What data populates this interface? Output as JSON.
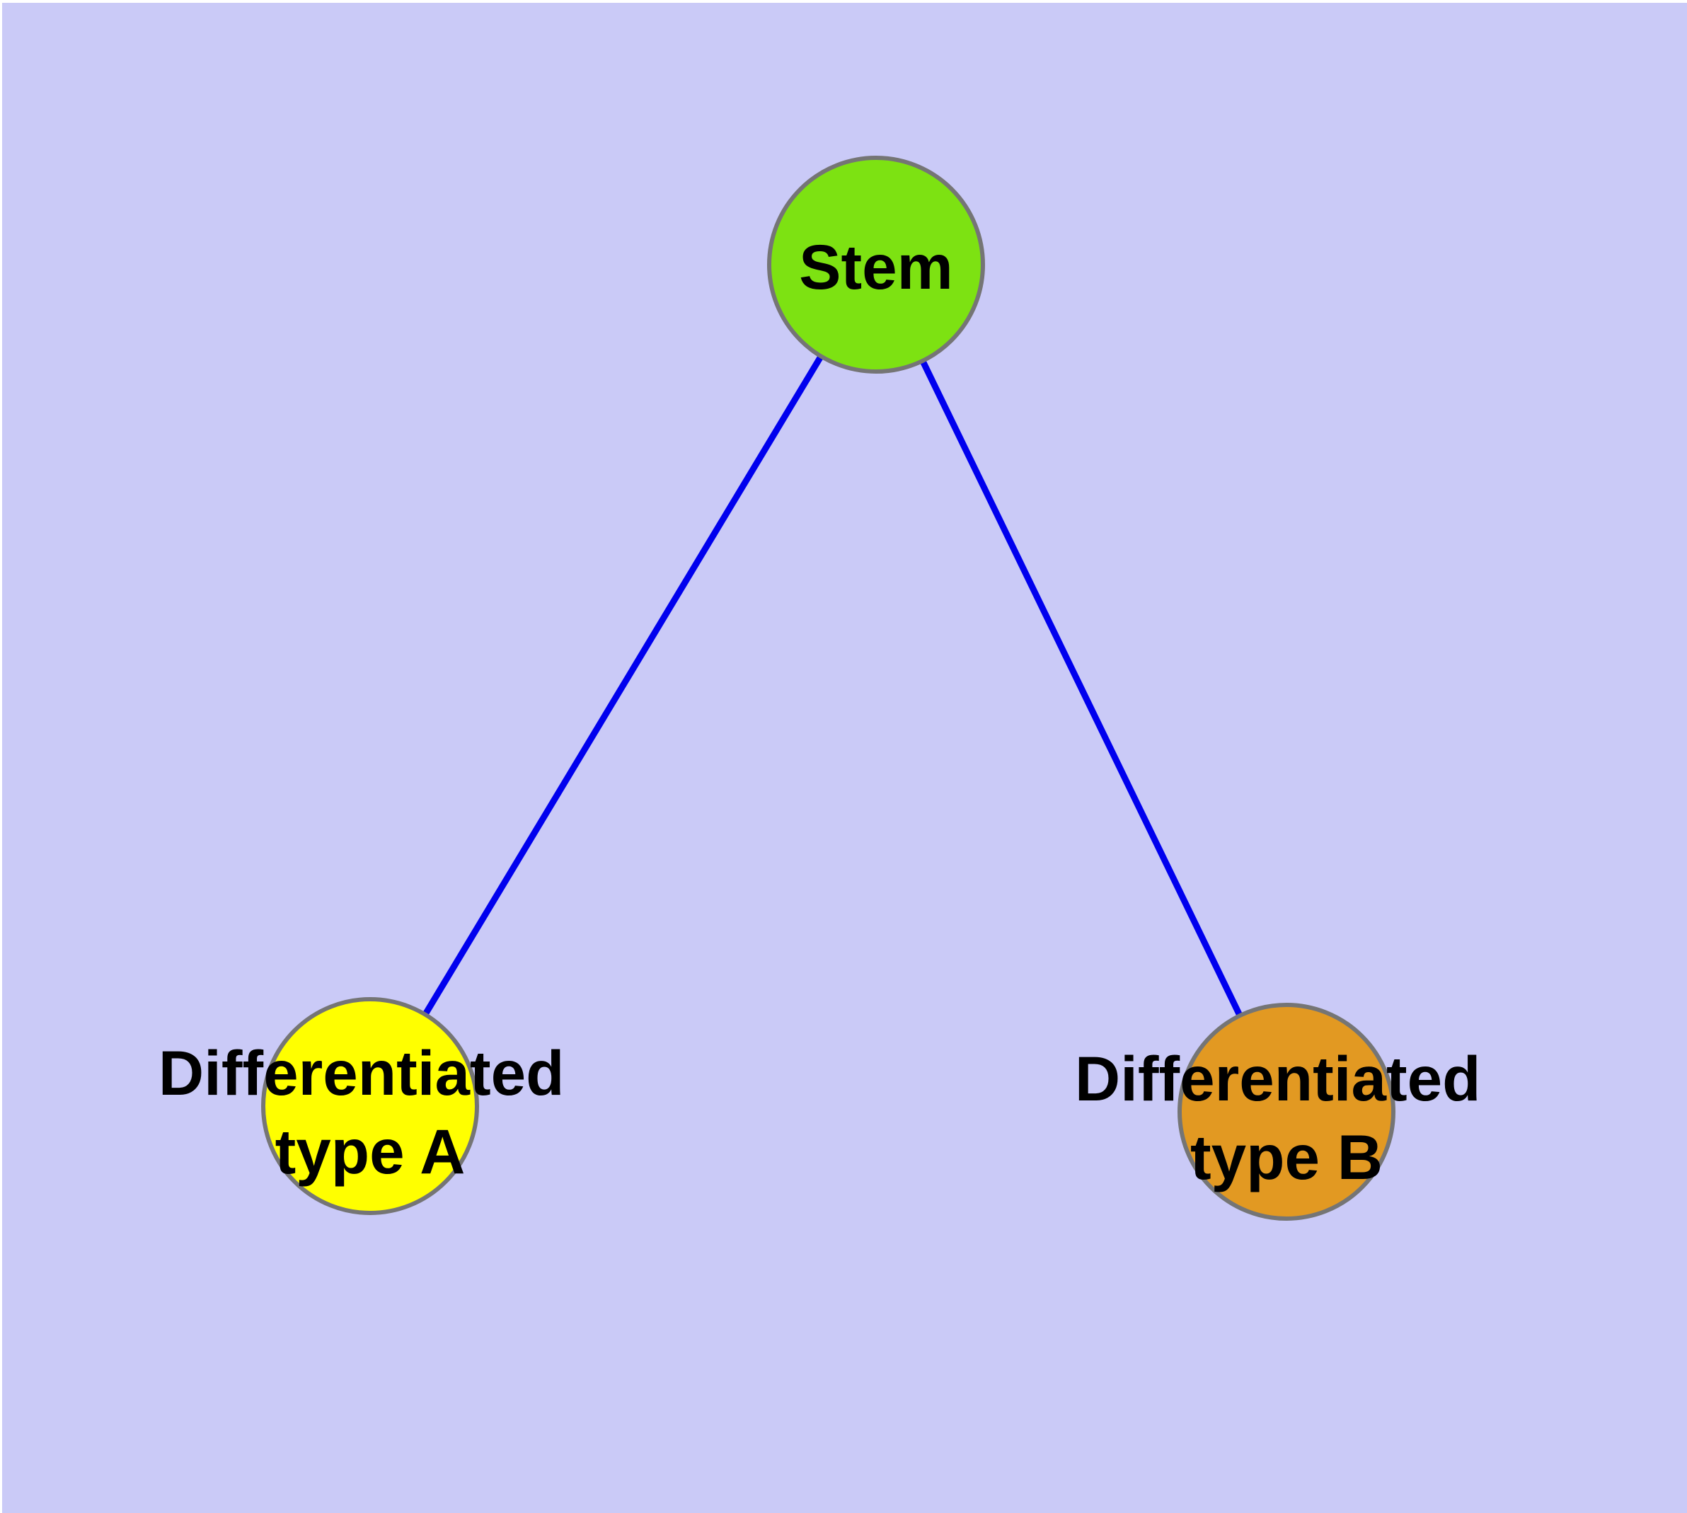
{
  "diagram": {
    "type": "node-link-graph",
    "background_color": "#CACAF7",
    "text_color": "#000000",
    "nodes": {
      "stem": {
        "label": "Stem",
        "fill_color": "#7DE212",
        "border_color": "#757575"
      },
      "type_a": {
        "label": "Differentiated type A",
        "label_line1": "Differentiated",
        "label_line2": "type A",
        "fill_color": "#FFFF00",
        "border_color": "#757575"
      },
      "type_b": {
        "label": "Differentiated type B",
        "label_line1": "Differentiated",
        "label_line2": "type B",
        "fill_color": "#E29922",
        "border_color": "#757575"
      }
    },
    "edges": {
      "color": "#0000EE",
      "list": [
        {
          "from": "Stem",
          "to": "Differentiated type A"
        },
        {
          "from": "Stem",
          "to": "Differentiated type B"
        }
      ]
    }
  }
}
